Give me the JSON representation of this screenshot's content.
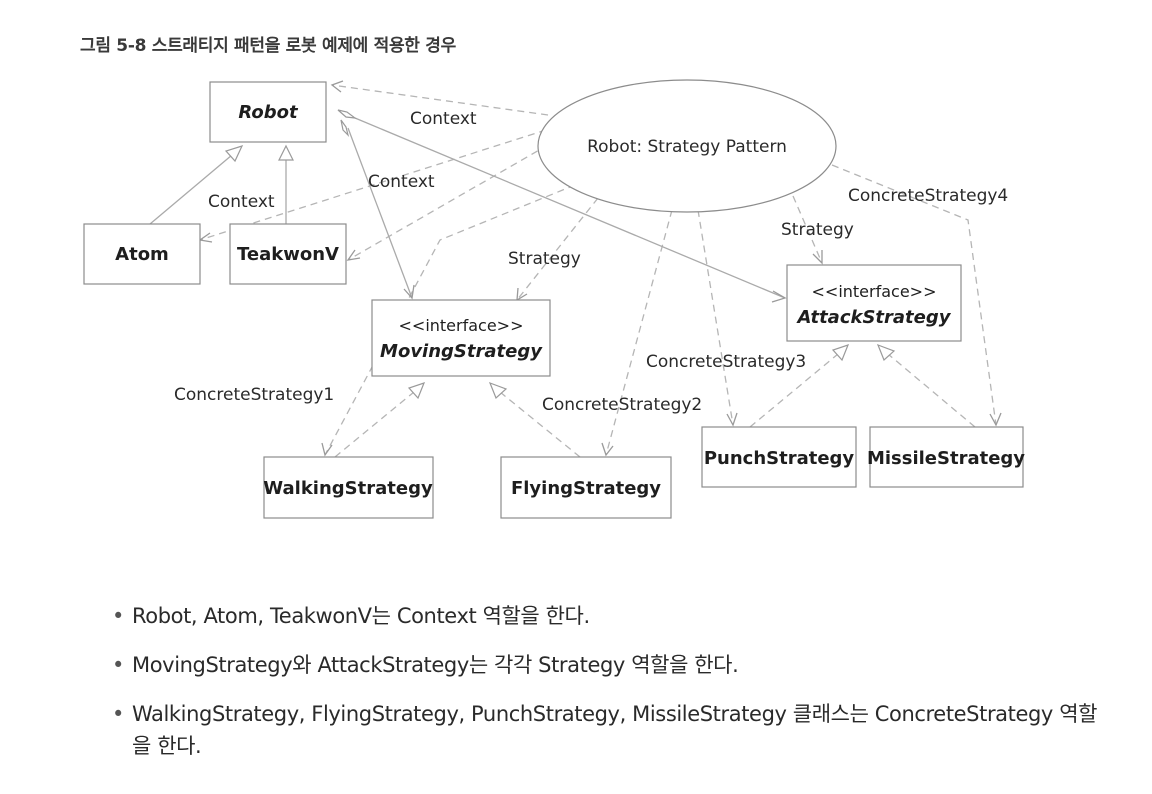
{
  "figure": {
    "title": "그림 5-8 스트래티지 패턴을 로봇 예제에 적용한 경우"
  },
  "diagram": {
    "ellipse_label": "Robot: Strategy Pattern",
    "classes": {
      "robot": "Robot",
      "atom": "Atom",
      "teakwonv": "TeakwonV",
      "moving_stereotype": "<<interface>>",
      "moving_name": "MovingStrategy",
      "attack_stereotype": "<<interface>>",
      "attack_name": "AttackStrategy",
      "walking": "WalkingStrategy",
      "flying": "FlyingStrategy",
      "punch": "PunchStrategy",
      "missile": "MissileStrategy"
    },
    "edge_labels": {
      "context_robot": "Context",
      "context_atom": "Context",
      "context_teakwonv": "Context",
      "strategy_moving": "Strategy",
      "strategy_attack": "Strategy",
      "concrete1": "ConcreteStrategy1",
      "concrete2": "ConcreteStrategy2",
      "concrete3": "ConcreteStrategy3",
      "concrete4": "ConcreteStrategy4"
    }
  },
  "notes": [
    "Robot, Atom, TeakwonV는 Context 역할을 한다.",
    "MovingStrategy와 AttackStrategy는 각각 Strategy 역할을 한다.",
    "WalkingStrategy, FlyingStrategy, PunchStrategy, MissileStrategy 클래스는 ConcreteStrategy 역할을 한다."
  ]
}
